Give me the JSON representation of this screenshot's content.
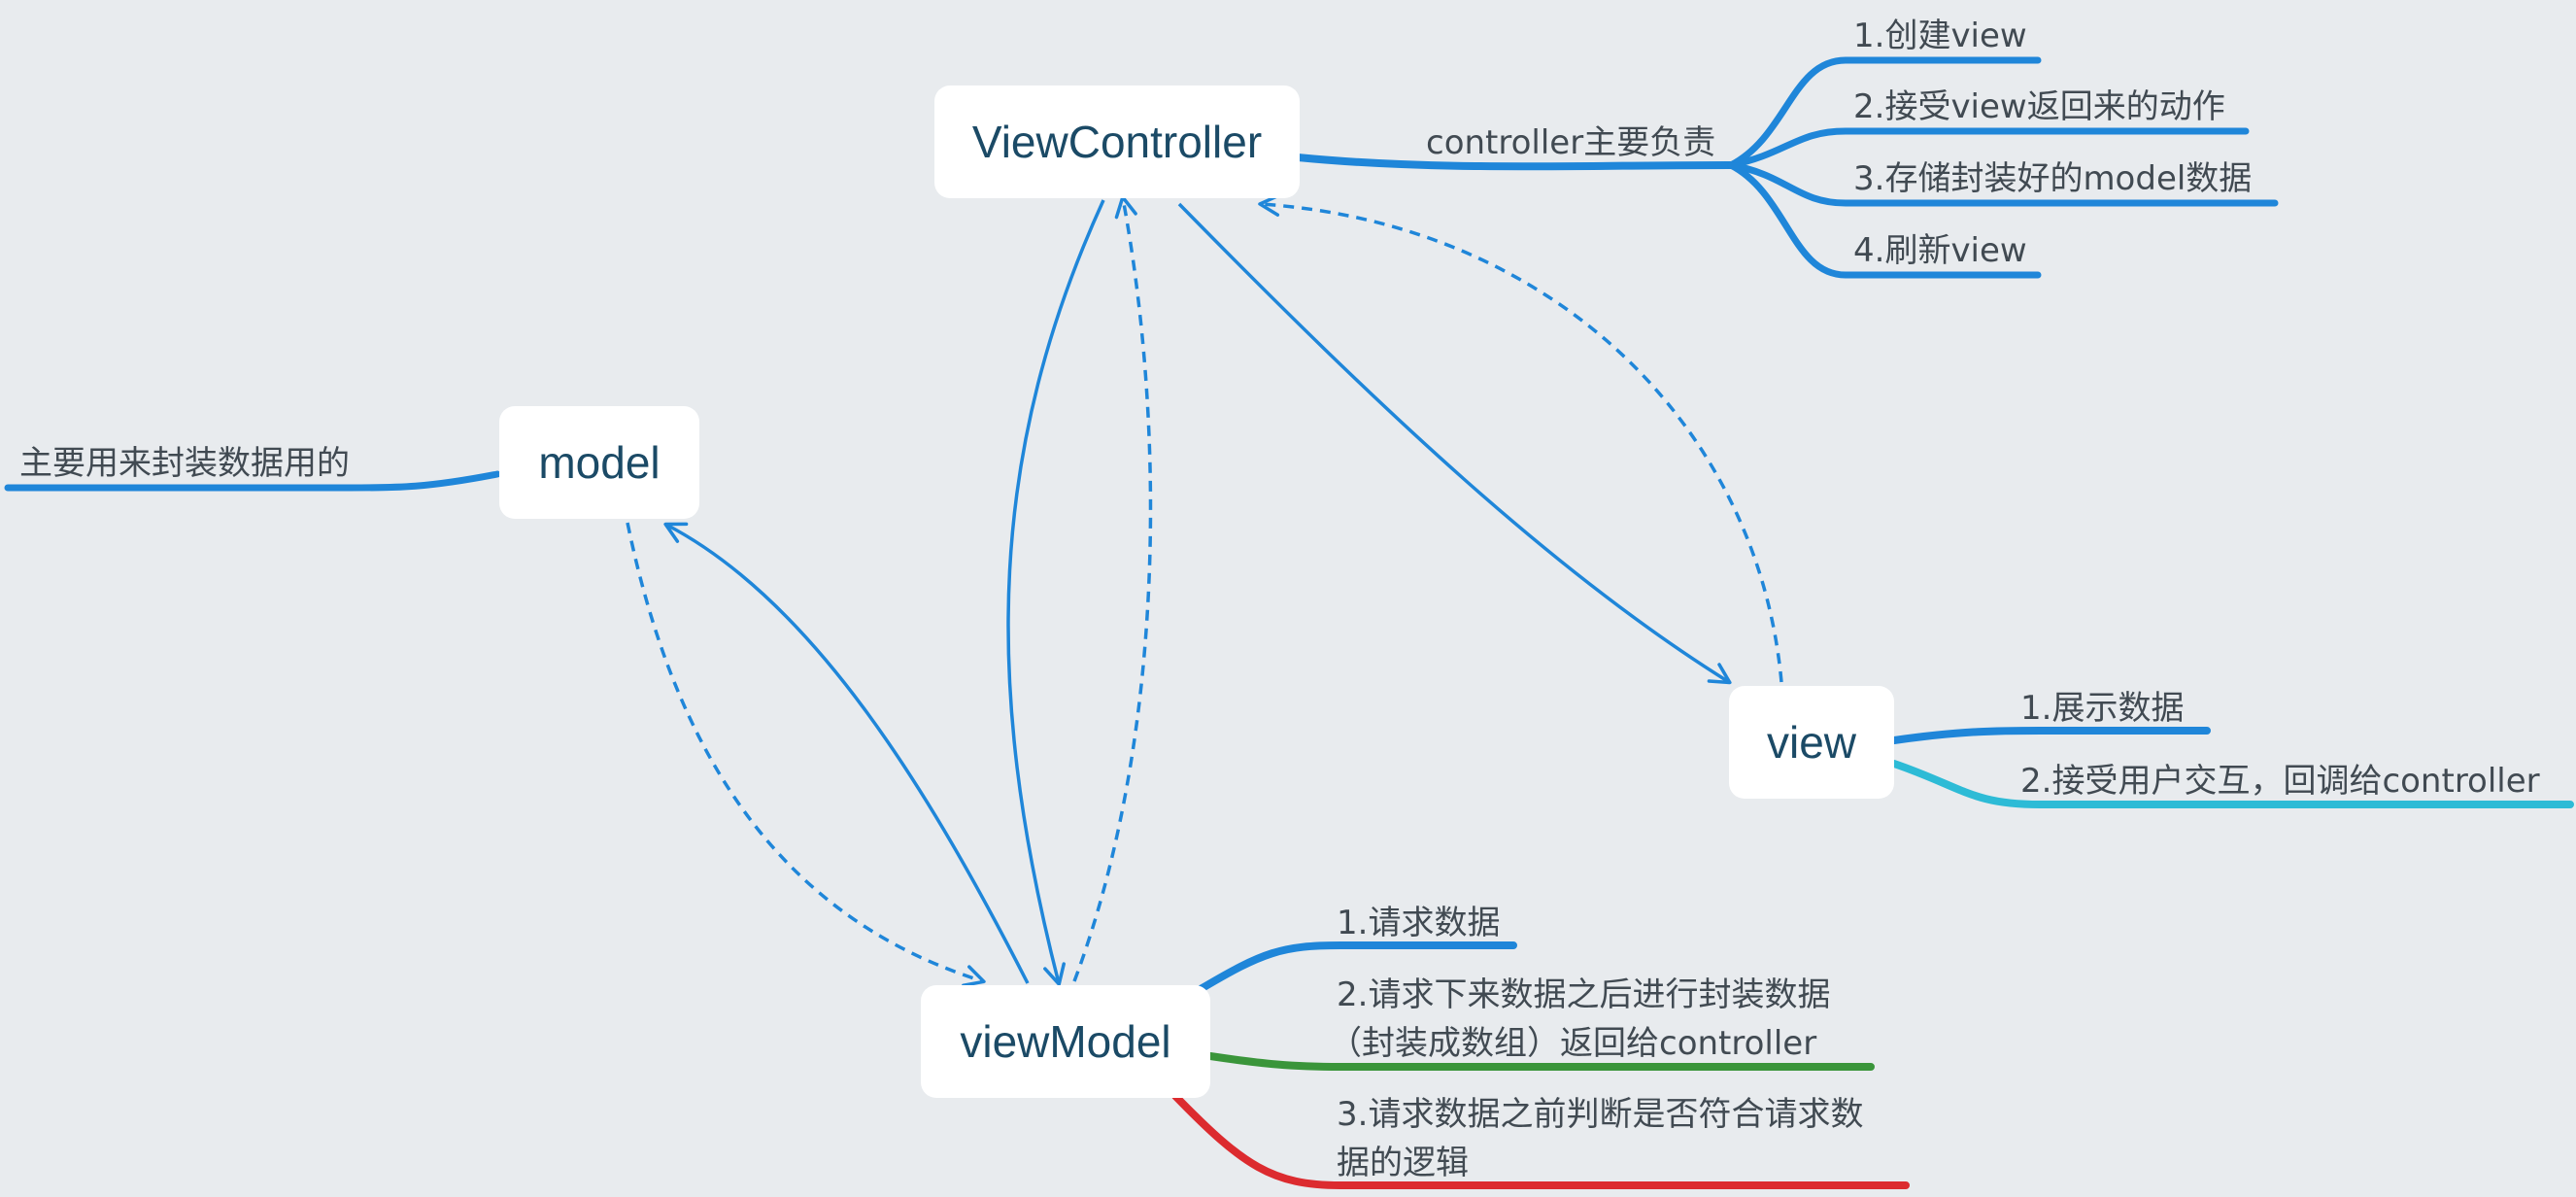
{
  "colors": {
    "background": "#e8ebee",
    "node_fill": "#ffffff",
    "node_text": "#1b4a66",
    "branch_text": "#414a52",
    "blue": "#1f86d9",
    "cyan": "#2dbbd6",
    "green": "#3a953a",
    "red": "#dc2b2f",
    "connector": "#1f86d9"
  },
  "nodes": {
    "view_controller": "ViewController",
    "model": "model",
    "view": "view",
    "view_model": "viewModel"
  },
  "branches": {
    "controller_topic": "controller主要负责",
    "controller_items": [
      "1.创建view",
      "2.接受view返回来的动作",
      "3.存储封装好的model数据",
      "4.刷新view"
    ],
    "model_note": "主要用来封装数据用的",
    "view_items": [
      "1.展示数据",
      "2.接受用户交互，回调给controller"
    ],
    "view_model_items": {
      "item1": "1.请求数据",
      "item2_line1": "2.请求下来数据之后进行封装数据",
      "item2_line2": "（封装成数组）返回给controller",
      "item3_line1": "3.请求数据之前判断是否符合请求数",
      "item3_line2": "据的逻辑"
    }
  }
}
